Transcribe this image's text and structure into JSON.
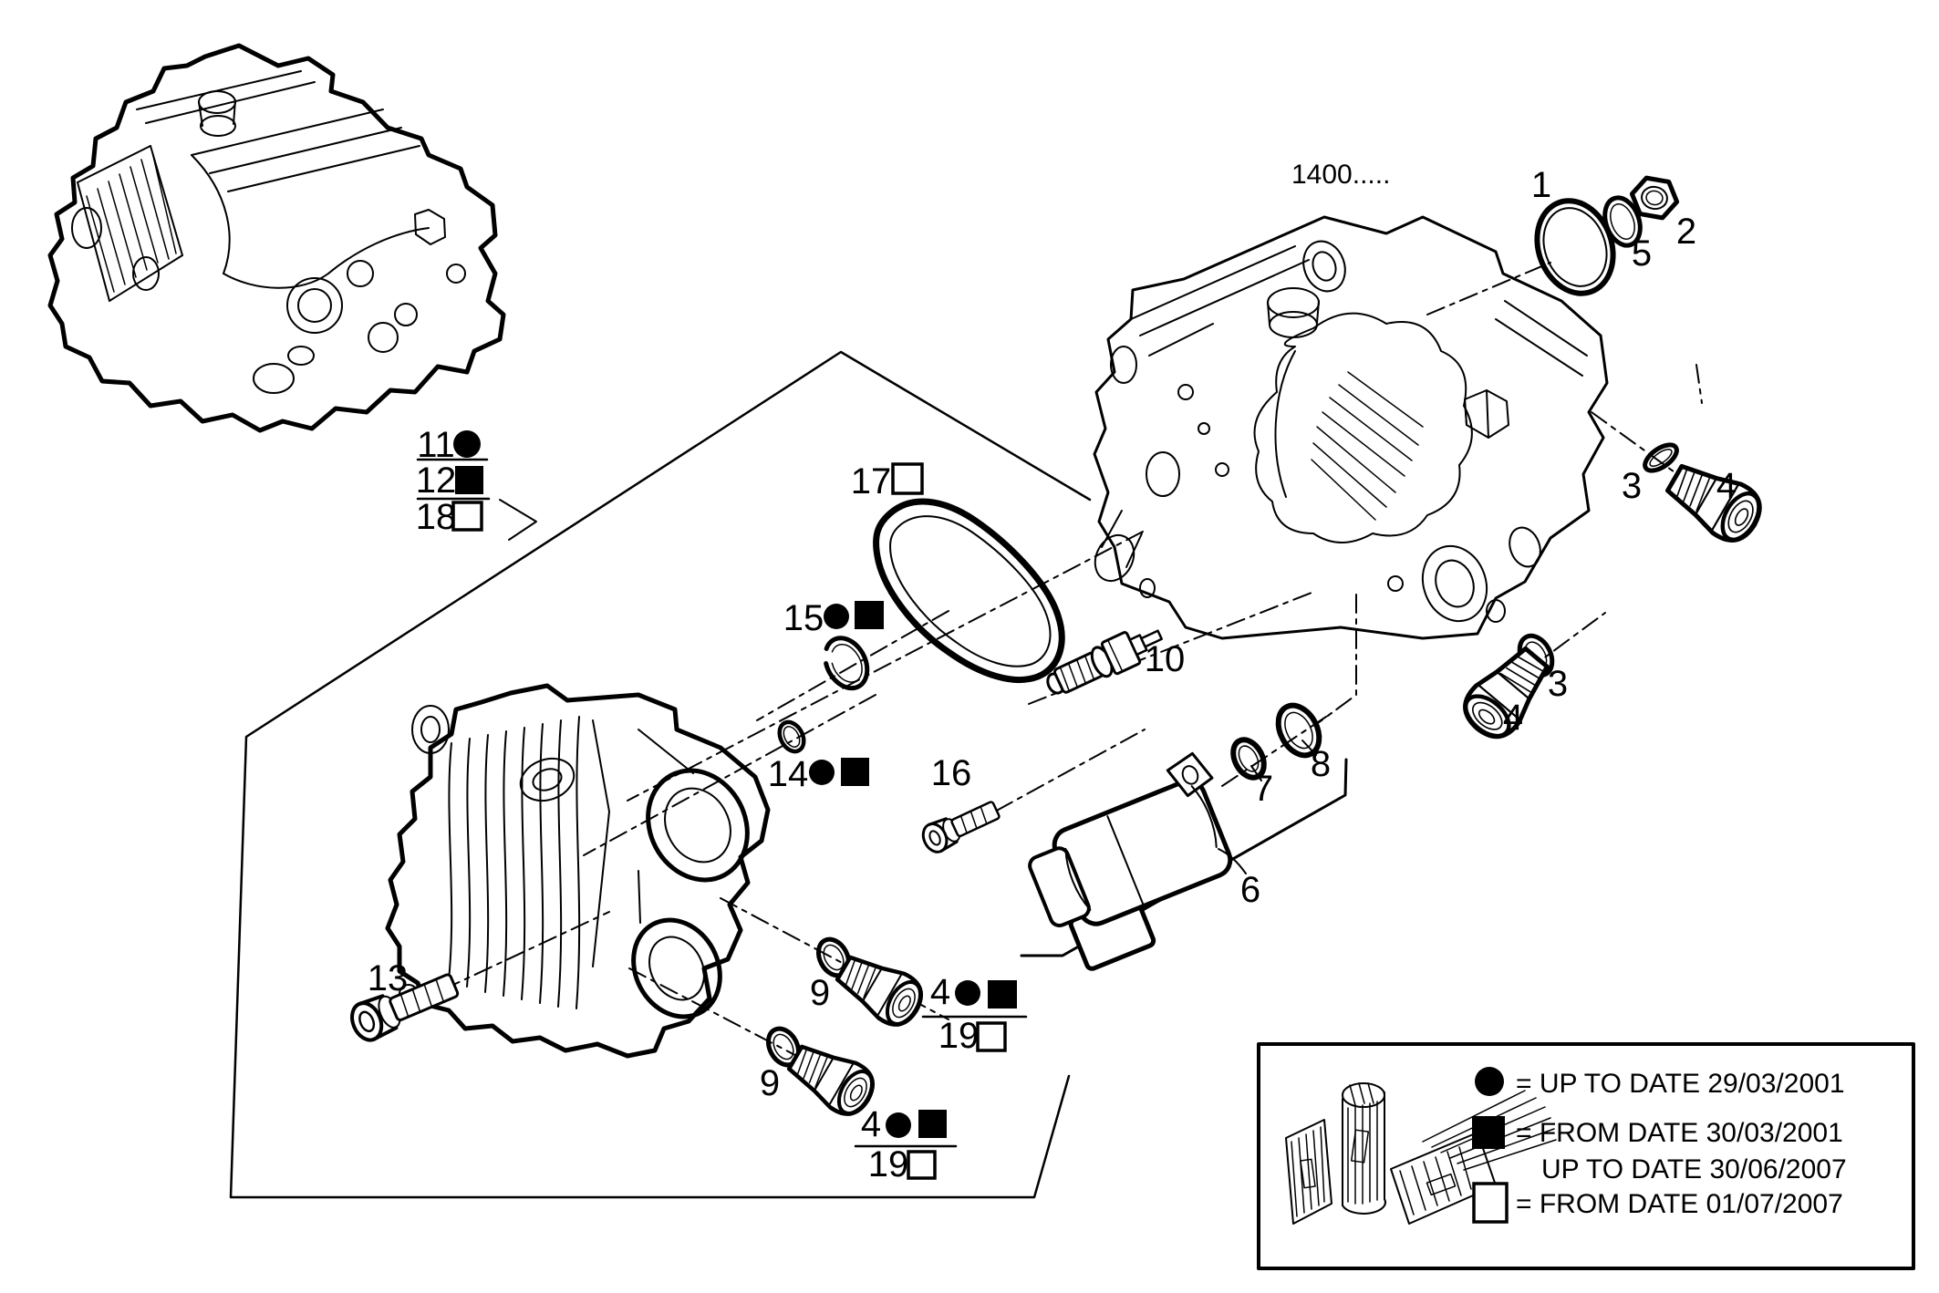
{
  "page": {
    "background_color": "#ffffff",
    "ink_color": "#000000",
    "description": "Exploded-view spare parts diagram of a high pressure fuel injection pump"
  },
  "drawing_ref": "1400.....",
  "labels": {
    "n1": "1",
    "n2": "2",
    "n3": "3",
    "n4": "4",
    "n5": "5",
    "n6": "6",
    "n7": "7",
    "n8": "8",
    "n9": "9",
    "n10": "10",
    "n11": "11",
    "n12": "12",
    "n13": "13",
    "n14": "14",
    "n15": "15",
    "n16": "16",
    "n17": "17",
    "n18": "18",
    "n19": "19"
  },
  "legend": {
    "up_to": "= UP TO DATE 29/03/2001",
    "from_a": "= FROM DATE 30/03/2001",
    "from_a2": "UP TO DATE 30/06/2007",
    "from_b": "= FROM DATE 01/07/2007"
  }
}
